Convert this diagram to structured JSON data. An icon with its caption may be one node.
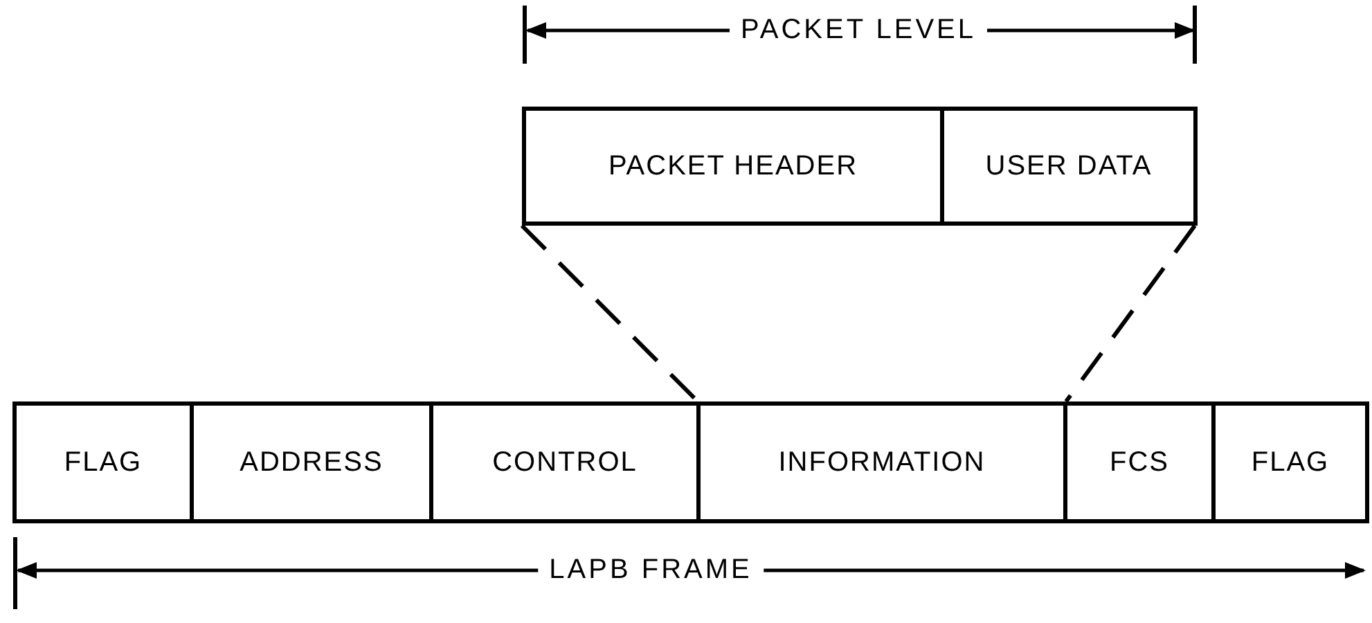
{
  "diagram": {
    "nodes": [
      {
        "text": [
          "PACKET HEADER"
        ]
      },
      {
        "text": [
          "USER DATA"
        ]
      },
      {
        "text": [
          "FLAG"
        ]
      },
      {
        "text": [
          "ADDRESS"
        ]
      },
      {
        "text": [
          "CONTROL"
        ]
      },
      {
        "text": [
          "INFORMATION"
        ]
      },
      {
        "text": [
          "FCS"
        ]
      },
      {
        "text": [
          "FLAG"
        ]
      }
    ],
    "edges": [
      {
        "from": 0,
        "to": 5,
        "arrow": "none",
        "style": "dashed"
      },
      {
        "from": 1,
        "to": 5,
        "arrow": "none",
        "style": "dashed"
      }
    ],
    "labels": [
      "PACKET LEVEL",
      "LAPB FRAME"
    ]
  }
}
